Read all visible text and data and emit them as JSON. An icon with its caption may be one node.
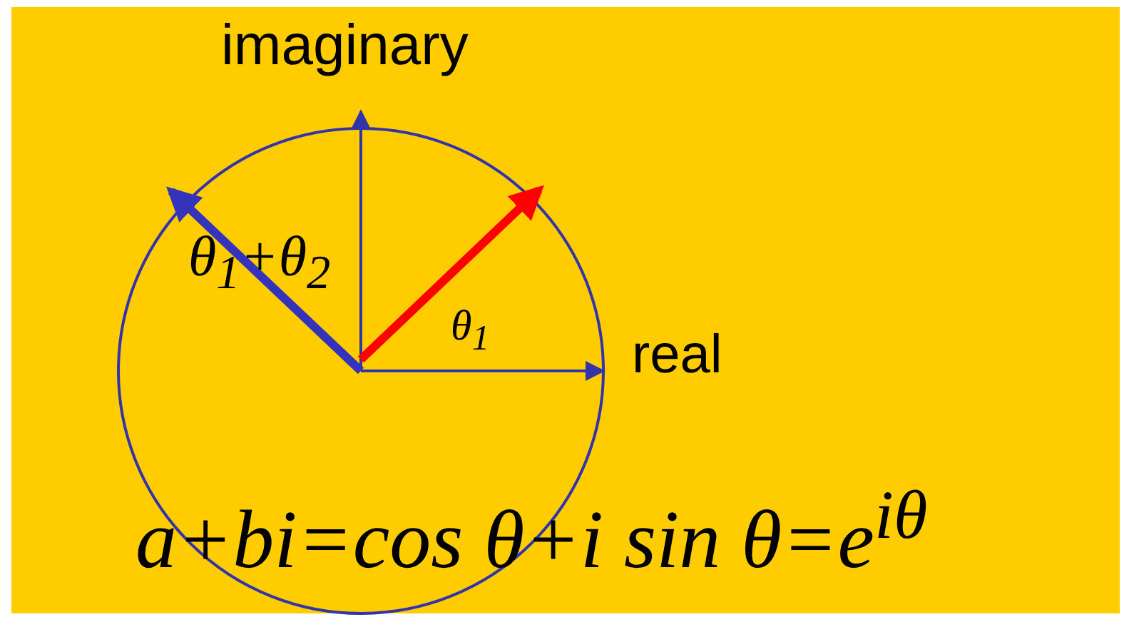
{
  "diagram": {
    "labels": [
      "imaginary",
      "θ$_{1}$+θ$_{2}$",
      "θ$_{1}$",
      "real",
      "a+bi=cos θ+i sin θ=e$^{iθ}$"
    ]
  }
}
